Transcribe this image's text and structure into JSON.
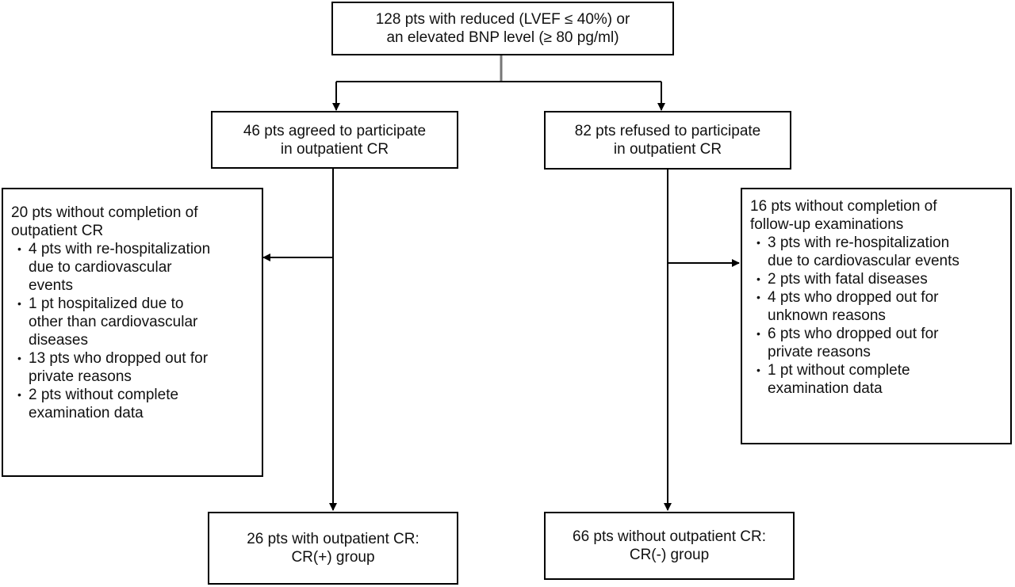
{
  "top": {
    "lines": [
      "128 pts with reduced (LVEF ≤ 40%)  or",
      "an elevated BNP level  (≥ 80 pg/ml)"
    ]
  },
  "left": {
    "agreed": {
      "lines": [
        "46 pts agreed to participate",
        "in outpatient CR"
      ]
    },
    "excluded": {
      "head": [
        "20 pts without completion of",
        "outpatient CR"
      ],
      "items": [
        [
          "4 pts with re-hospitalization",
          "due to cardiovascular",
          "events"
        ],
        [
          "1 pt hospitalized due to",
          "other than cardiovascular",
          "diseases"
        ],
        [
          "13 pts who dropped out for",
          "private reasons"
        ],
        [
          "2 pts without complete",
          "examination data"
        ]
      ]
    },
    "final": {
      "lines": [
        "26 pts with outpatient CR:",
        "CR(+) group"
      ]
    }
  },
  "right": {
    "refused": {
      "lines": [
        "82 pts refused to participate",
        "in outpatient CR"
      ]
    },
    "excluded": {
      "head": [
        "16 pts without completion of",
        "follow-up examinations"
      ],
      "items": [
        [
          "3 pts with re-hospitalization",
          "due to cardiovascular events"
        ],
        [
          "2 pts with fatal diseases"
        ],
        [
          "4 pts who dropped out for",
          "unknown reasons"
        ],
        [
          "6 pts who dropped out for",
          "private reasons"
        ],
        [
          "1 pt without complete",
          "examination data"
        ]
      ]
    },
    "final": {
      "lines": [
        "66 pts without outpatient CR:",
        "CR(-) group"
      ]
    }
  }
}
